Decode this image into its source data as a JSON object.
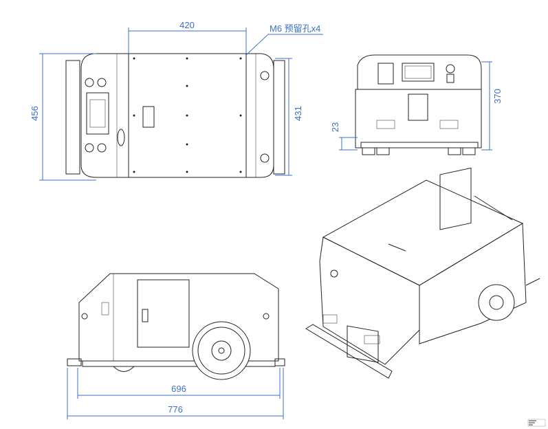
{
  "drawing": {
    "top_view": {
      "width_dim": "420",
      "length_dim": "456",
      "inner_length_dim": "431",
      "note": "M6 预留孔x4"
    },
    "front_view": {
      "height_dim": "370",
      "clearance_dim": "23"
    },
    "side_view": {
      "wheelbase_dim": "696",
      "overall_length_dim": "776"
    },
    "colors": {
      "dimension": "#3b6fc9",
      "line": "#222222"
    }
  }
}
